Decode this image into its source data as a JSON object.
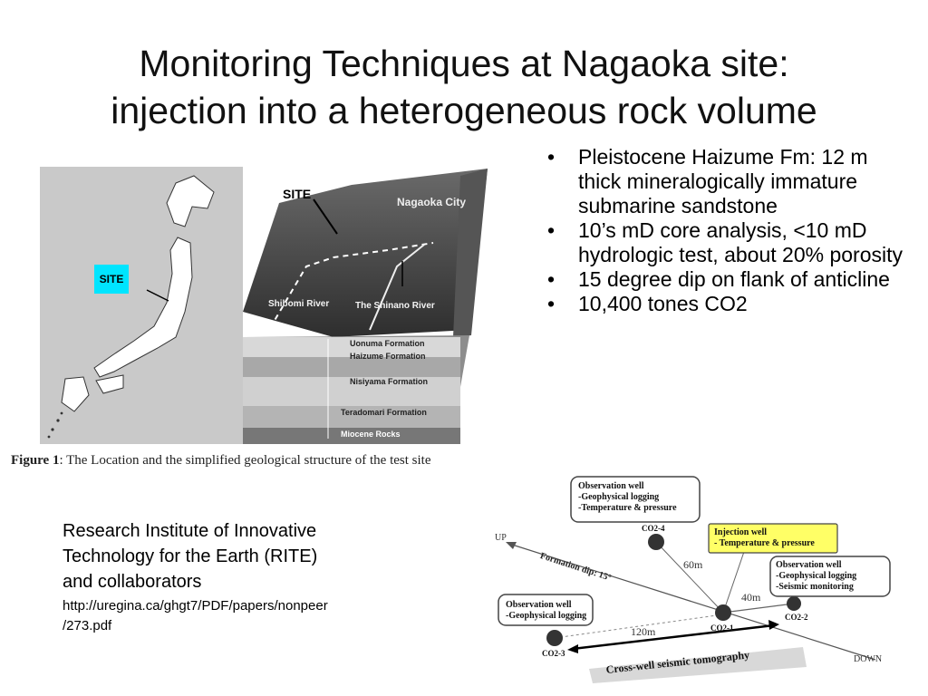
{
  "title": {
    "line1": "Monitoring Techniques at Nagaoka site:",
    "line2": "injection into a heterogeneous rock volume"
  },
  "bullets": [
    "Pleistocene Haizume Fm: 12 m thick mineralogically immature submarine sandstone",
    "10’s mD core analysis, <10 mD hydrologic test, about 20% porosity",
    "15 degree dip on flank of anticline",
    "10,400 tones CO2"
  ],
  "credit": {
    "line1": "Research Institute of Innovative",
    "line2": "Technology for the Earth (RITE)",
    "line3": "and collaborators",
    "url_line1": "http://uregina.ca/ghgt7/PDF/papers/nonpeer",
    "url_line2": "/273.pdf"
  },
  "figure1": {
    "site_box_label": "SITE",
    "site_label": "SITE",
    "city_label": "Nagaoka City",
    "river1": "Shibomi River",
    "river2": "The Shinano River",
    "formations": [
      "Uonuma Formation",
      "Haizume Formation",
      "Nisiyama Formation",
      "Teradomari Formation",
      "Miocene Rocks"
    ],
    "caption_bold": "Figure 1",
    "caption_text": ": The Location and the simplified geological structure of the test site",
    "colors": {
      "site_box": "#00e5ff",
      "map_bg": "#c9c9c9"
    }
  },
  "figure2": {
    "obs_well_top": {
      "title": "Observation well",
      "line1": "-Geophysical logging",
      "line2": "-Temperature & pressure"
    },
    "injection_well": {
      "title": "Injection well",
      "line1": "- Temperature & pressure"
    },
    "obs_well_right": {
      "title": "Observation well",
      "line1": "-Geophysical logging",
      "line2": "-Seismic monitoring"
    },
    "obs_well_left": {
      "title": "Observation well",
      "line1": "-Geophysical logging"
    },
    "labels": {
      "up": "UP",
      "down": "DOWN",
      "dip": "Formation dip: 15°",
      "co2_4": "CO2-4",
      "co2_1": "CO2-1",
      "co2_2": "CO2-2",
      "co2_3": "CO2-3",
      "d60": "60m",
      "d40": "40m",
      "d120": "120m",
      "tomography": "Cross-well seismic tomography"
    },
    "colors": {
      "injection_box": "#ffff66",
      "well_dot": "#333333"
    }
  }
}
